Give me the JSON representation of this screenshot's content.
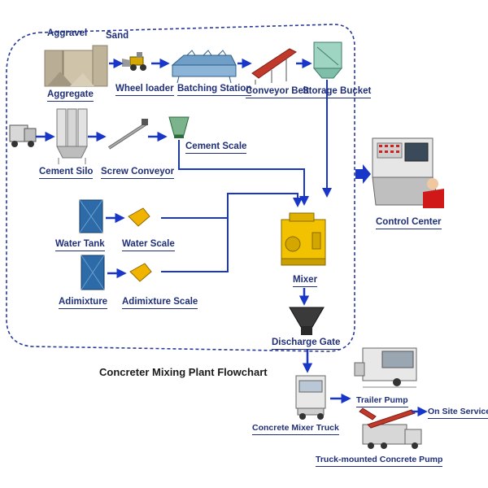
{
  "title": "Concreter Mixing Plant Flowchart",
  "labels": {
    "aggravel": "Aggravel",
    "sand": "Sand",
    "aggregate": "Aggregate",
    "wheel_loader": "Wheel loader",
    "batching_station": "Batching Station",
    "conveyor_belt": "Conveyor Belt",
    "storage_bucket": "Storage Bucket",
    "cement_silo": "Cement Silo",
    "screw_conveyor": "Screw Conveyor",
    "cement_scale": "Cement Scale",
    "water_tank": "Water Tank",
    "water_scale": "Water Scale",
    "admixture": "Adimixture",
    "admixture_scale": "Adimixture Scale",
    "mixer": "Mixer",
    "discharge_gate": "Discharge Gate",
    "control_center": "Control Center",
    "mixer_truck": "Concrete Mixer Truck",
    "trailer_pump": "Trailer Pump",
    "on_site_service": "On Site Service",
    "truck_pump": "Truck-mounted Concrete Pump"
  },
  "colors": {
    "arrow": "#1836c8",
    "label": "#1f2f78",
    "boundary": "#2a3a9a",
    "title": "#1a1a1a"
  }
}
